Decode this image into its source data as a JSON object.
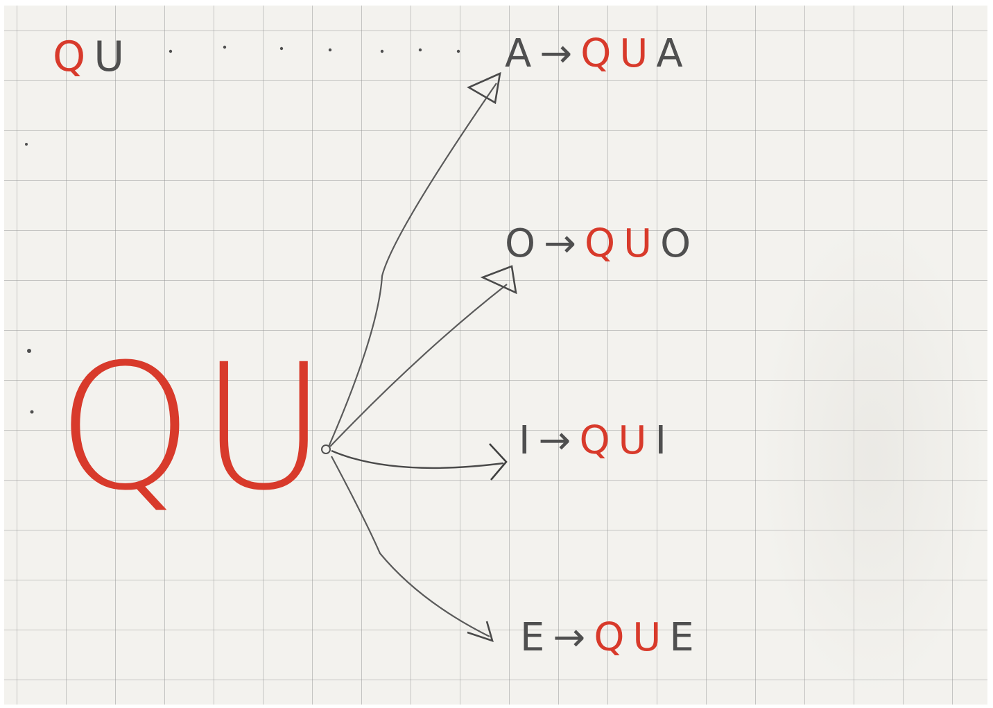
{
  "header": {
    "q": "Q",
    "u": "U"
  },
  "big": {
    "q": "Q",
    "u": "U"
  },
  "rows": [
    {
      "vowel": "A",
      "arrow": "→",
      "q": "Q",
      "u": "U",
      "tail": "A"
    },
    {
      "vowel": "O",
      "arrow": "→",
      "q": "Q",
      "u": "U",
      "tail": "O"
    },
    {
      "vowel": "I",
      "arrow": "→",
      "q": "Q",
      "u": "U",
      "tail": "I"
    },
    {
      "vowel": "E",
      "arrow": "→",
      "q": "Q",
      "u": "U",
      "tail": "E"
    }
  ],
  "colors": {
    "red_ink": "#d83a2b",
    "pencil": "#4f4f4f",
    "paper": "#f3f2ee",
    "grid": "#8c8c8c"
  }
}
